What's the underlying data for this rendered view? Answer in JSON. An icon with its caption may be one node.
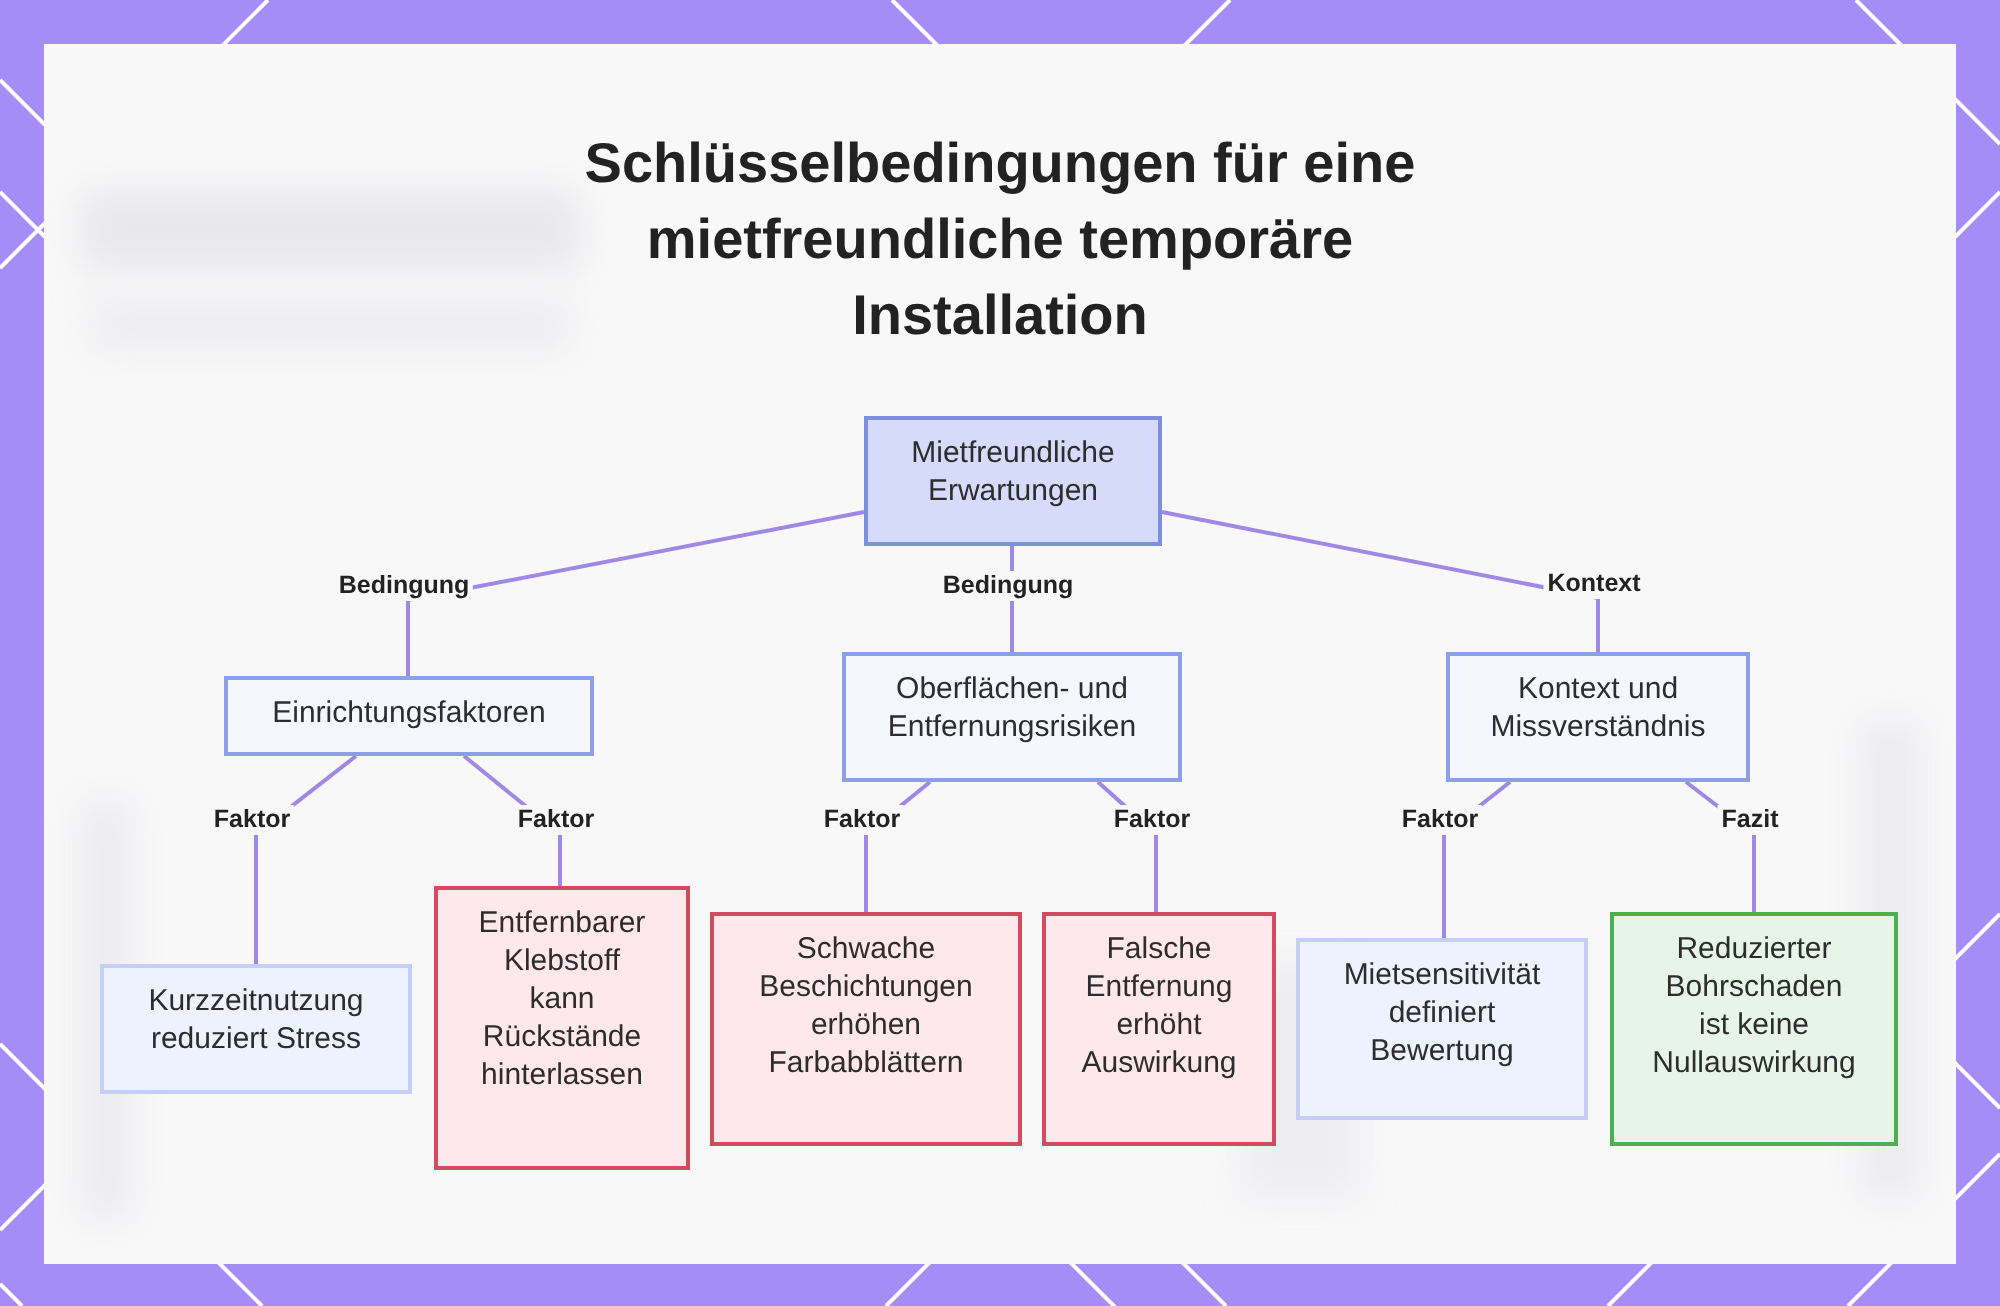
{
  "diagram": {
    "title": "Schlüsselbedingungen für eine mietfreundliche temporäre Installation",
    "nodes": [
      {
        "text": [
          "Mietfreundliche Erwartungen"
        ]
      },
      {
        "text": [
          "Einrichtungsfaktoren"
        ]
      },
      {
        "text": [
          "Oberflächen- und Entfernungsrisiken"
        ]
      },
      {
        "text": [
          "Kontext und Missverständnis"
        ]
      },
      {
        "text": [
          "Kurzzeitnutzung reduziert Stress"
        ]
      },
      {
        "text": [
          "Entfernbarer Klebstoff kann Rückstände hinterlassen"
        ]
      },
      {
        "text": [
          "Schwache Beschichtungen erhöhen Farbabblättern"
        ]
      },
      {
        "text": [
          "Falsche Entfernung erhöht Auswirkung"
        ]
      },
      {
        "text": [
          "Mietsensitivität definiert Bewertung"
        ]
      },
      {
        "text": [
          "Reduzierter Bohrschaden ist keine Nullauswirkung"
        ]
      }
    ],
    "edges": [
      {
        "from": 0,
        "to": 1,
        "arrow": "none",
        "label": "Bedingung"
      },
      {
        "from": 0,
        "to": 2,
        "arrow": "none",
        "label": "Bedingung"
      },
      {
        "from": 0,
        "to": 3,
        "arrow": "none",
        "label": "Kontext"
      },
      {
        "from": 1,
        "to": 4,
        "arrow": "none",
        "label": "Faktor"
      },
      {
        "from": 1,
        "to": 5,
        "arrow": "none",
        "label": "Faktor"
      },
      {
        "from": 2,
        "to": 6,
        "arrow": "none",
        "label": "Faktor"
      },
      {
        "from": 2,
        "to": 7,
        "arrow": "none",
        "label": "Faktor"
      },
      {
        "from": 3,
        "to": 8,
        "arrow": "none",
        "label": "Faktor"
      },
      {
        "from": 3,
        "to": 9,
        "arrow": "none",
        "label": "Fazit"
      }
    ]
  }
}
